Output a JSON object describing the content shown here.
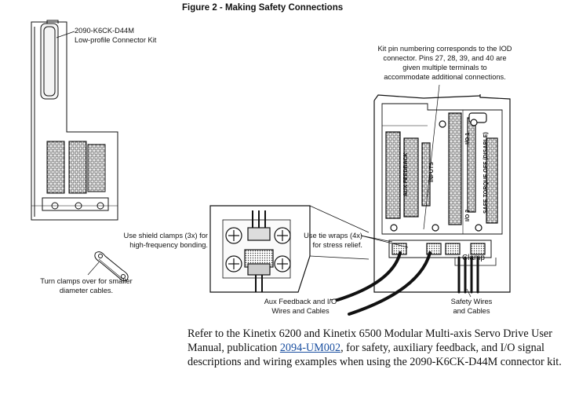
{
  "figure": {
    "title": "Figure 2 - Making Safety Connections"
  },
  "callouts": {
    "kit_part_number": "2090-K6CK-D44M",
    "kit_name": "Low-profile Connector Kit",
    "pin_note": [
      "Kit pin numbering corresponds to the IOD",
      "connector. Pins 27, 28, 39, and 40 are",
      "given multiple terminals to",
      "accommodate additional connections."
    ],
    "shield_clamps": [
      "Use shield clamps (3x) for",
      "high-frequency bonding."
    ],
    "tie_wraps": [
      "Use tie wraps (4x)",
      "for stress relief."
    ],
    "turn_clamps": [
      "Turn clamps over for smaller",
      "diameter cables."
    ],
    "aux_feedback_cables": [
      "Aux Feedback and I/O",
      "Wires and Cables"
    ],
    "safety_cables": [
      "Safety Wires",
      "and Cables"
    ],
    "clamp_label": "Clamp"
  },
  "terminal_labels": {
    "aux_feedback": "AUX FEEDBACK",
    "inputs": "INPUTS",
    "io_1": "I/O 1",
    "io_2": "I/O 2",
    "safety": "SAFE TORQUE OFF (DISABLE)"
  },
  "body": {
    "text_before_link": "Refer to the Kinetix 6200 and Kinetix 6500 Modular Multi-axis Servo Drive User Manual, publication ",
    "link_text": "2094-UM002",
    "text_after_link": ", for safety, auxiliary feedback, and I/O signal descriptions and wiring examples when using the 2090-K6CK-D44M connector kit."
  }
}
